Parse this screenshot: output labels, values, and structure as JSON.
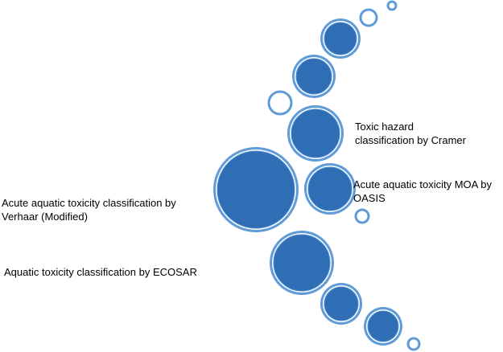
{
  "diagram": {
    "colors": {
      "fill": "#2F6DB5",
      "ring": "#5F9BD8",
      "outline": "#4A8BD0",
      "gap": "#FFFFFF"
    },
    "labels": {
      "cramer": "Toxic hazard\nclassification by Cramer",
      "oasis": "Acute aquatic toxicity MOA by\nOASIS",
      "verhaar": "Acute aquatic toxicity classification by\nVerhaar (Modified)",
      "ecosar": "Aquatic toxicity classification by ECOSAR"
    }
  }
}
